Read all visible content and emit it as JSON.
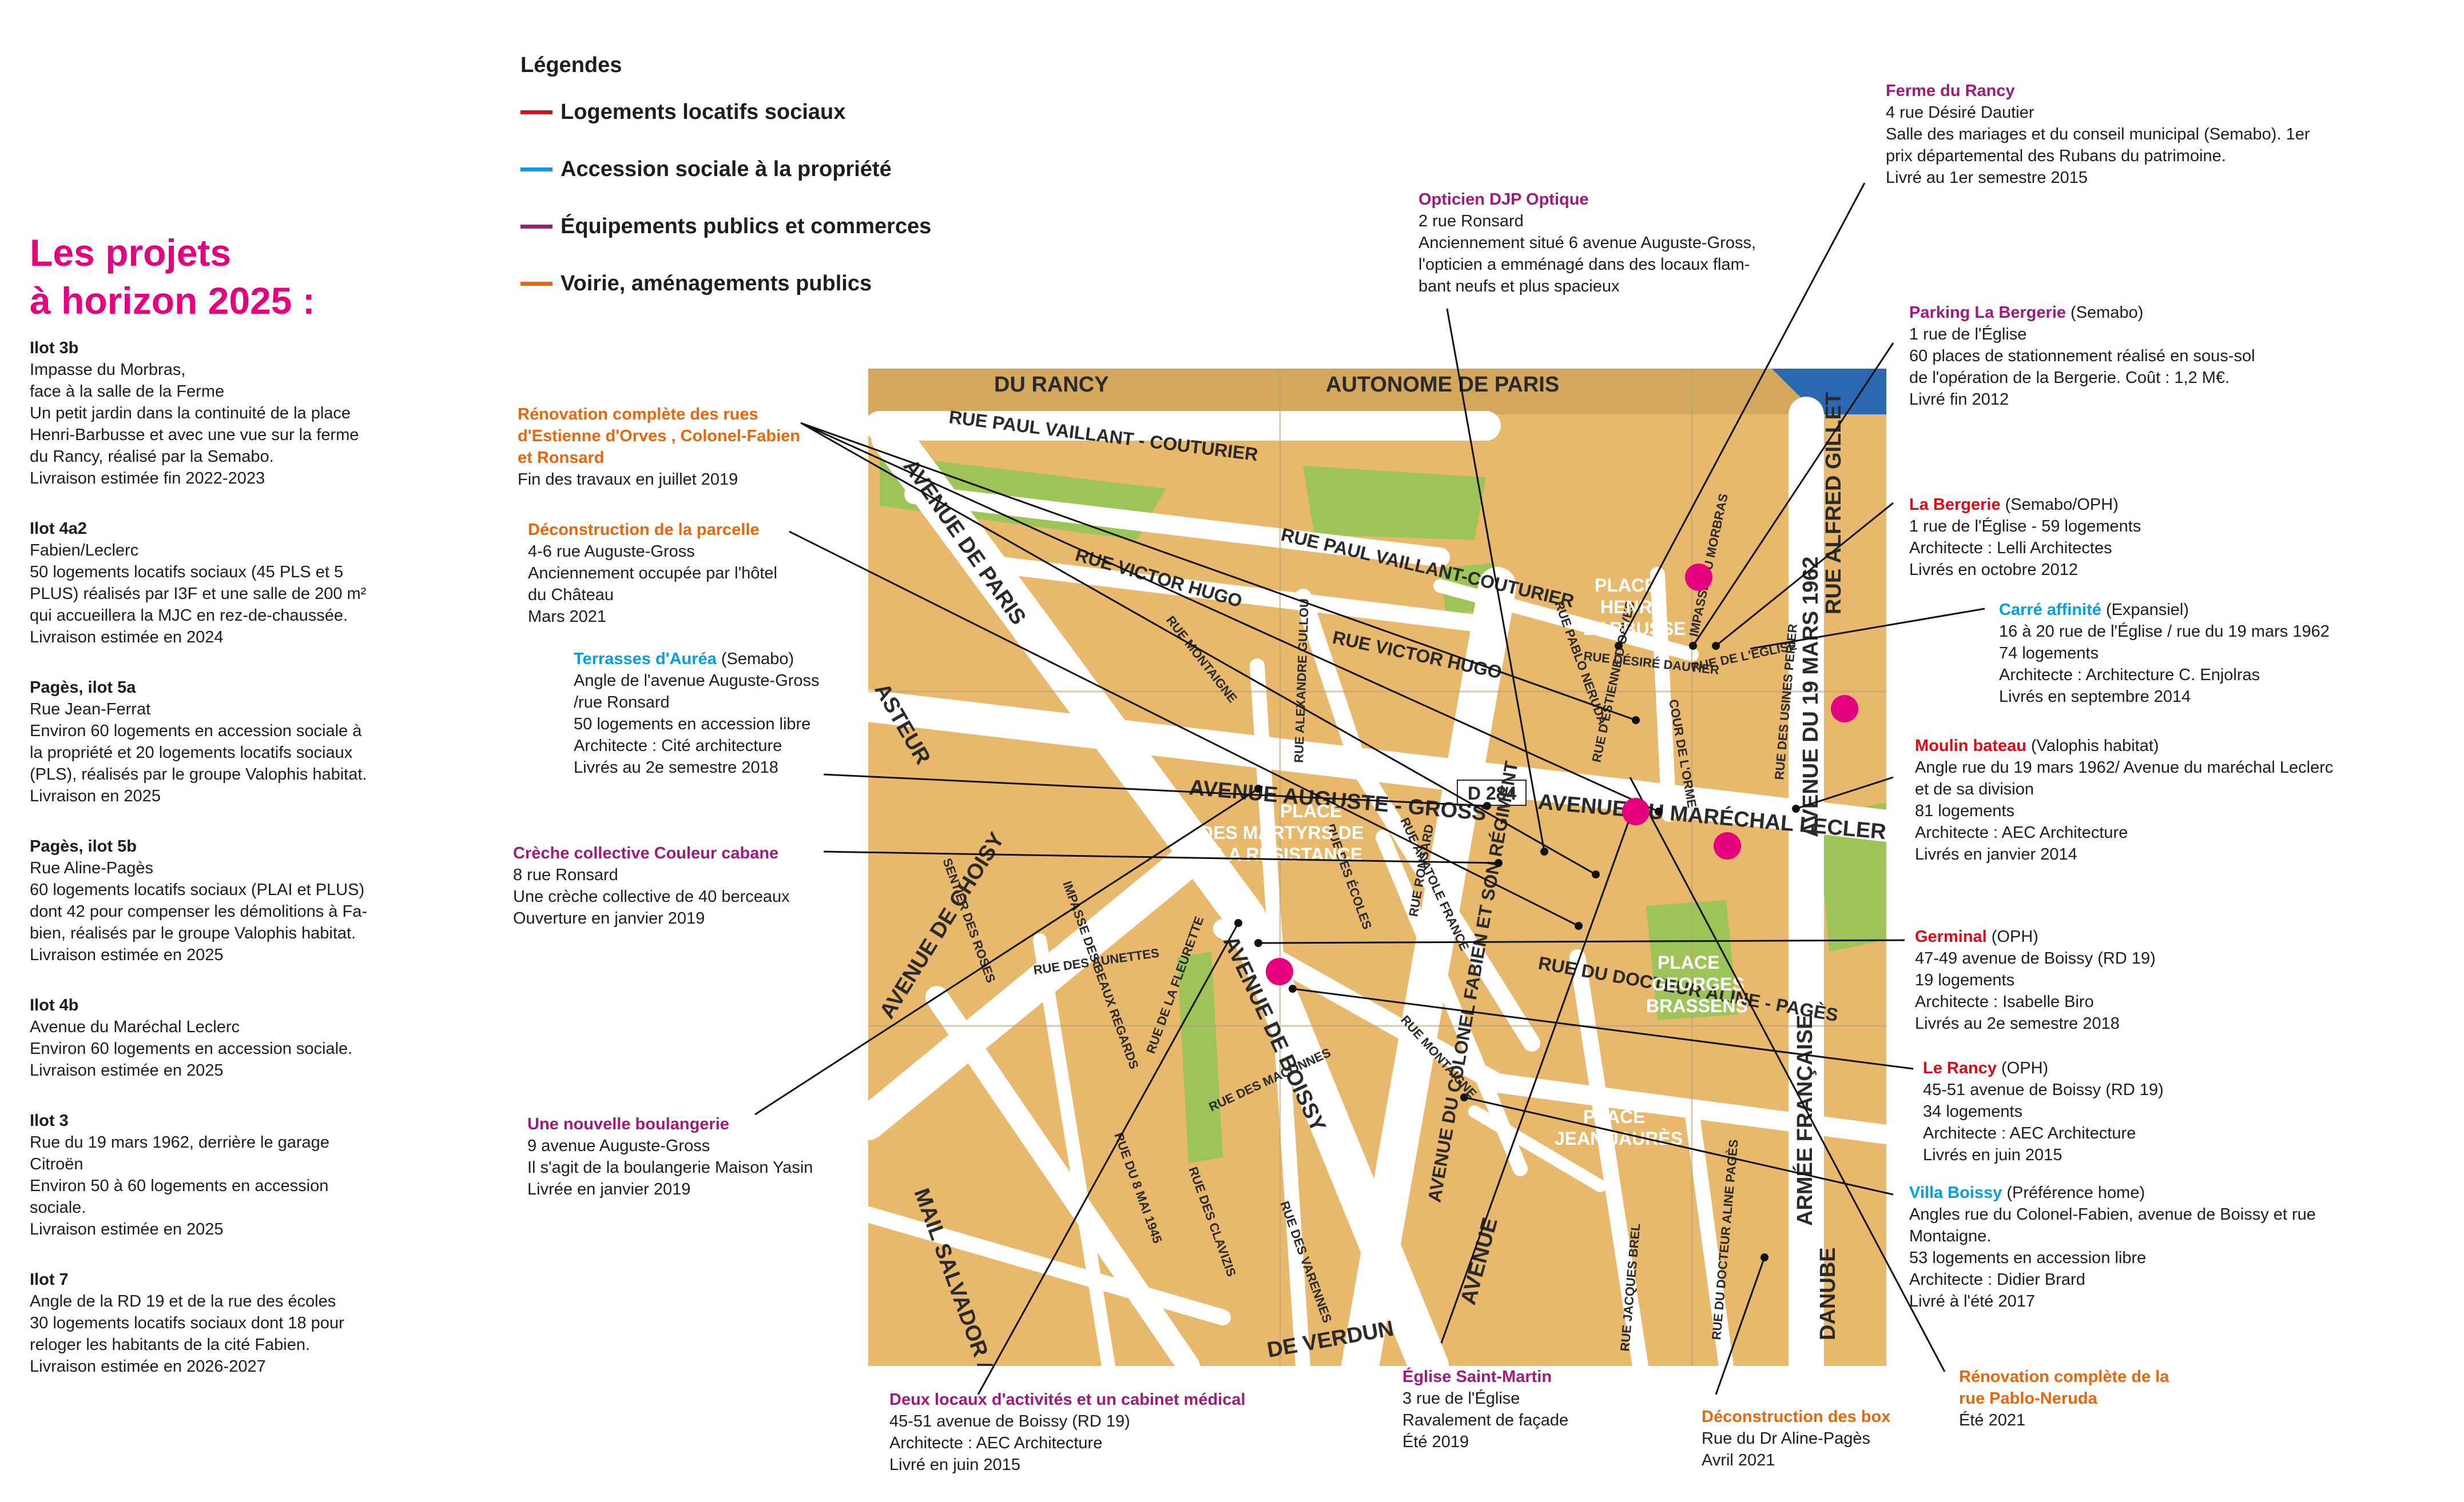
{
  "colors": {
    "social_rental": "#e30613",
    "social_access": "#009fe3",
    "public_equipment": "#a3187f",
    "roads": "#ec6608",
    "title": "#e5007e",
    "marker": "#e5007e",
    "map_block": "#e8b86c",
    "green": "#9cc456",
    "water": "#2b67b2"
  },
  "title": {
    "line1": "Les projets",
    "line2": "à horizon 2025 :"
  },
  "legend": {
    "title": "Légendes",
    "items": [
      {
        "label": "Logements locatifs sociaux",
        "color": "#e30613"
      },
      {
        "label": "Accession sociale à la propriété",
        "color": "#009fe3"
      },
      {
        "label": "Équipements publics et commerces",
        "color": "#a3187f"
      },
      {
        "label": "Voirie, aménagements publics",
        "color": "#ec6608"
      }
    ]
  },
  "left_projects": [
    {
      "heading": "Ilot 3b",
      "lines": [
        "Impasse du Morbras,",
        "face à la salle de la Ferme",
        "Un petit jardin dans la continuité de la place",
        "Henri-Barbusse et avec une vue sur la ferme",
        "du Rancy, réalisé par la Semabo.",
        "Livraison estimée fin 2022-2023"
      ]
    },
    {
      "heading": "Ilot 4a2",
      "lines": [
        "Fabien/Leclerc",
        "50 logements locatifs sociaux (45 PLS et 5",
        "PLUS) réalisés par I3F et une salle de 200 m²",
        "qui accueillera la MJC en rez-de-chaussée.",
        "Livraison estimée en 2024"
      ]
    },
    {
      "heading": "Pagès, ilot 5a",
      "lines": [
        "Rue Jean-Ferrat",
        "Environ 60 logements en accession sociale à",
        "la propriété et 20 logements locatifs sociaux",
        "(PLS), réalisés par le groupe Valophis habitat.",
        "Livraison en 2025"
      ]
    },
    {
      "heading": "Pagès, ilot 5b",
      "lines": [
        "Rue Aline-Pagès",
        "60 logements locatifs sociaux (PLAI et PLUS)",
        "dont 42 pour compenser les démolitions à Fa-",
        "bien, réalisés par le groupe Valophis habitat.",
        "Livraison estimée en 2025"
      ]
    },
    {
      "heading": "Ilot 4b",
      "lines": [
        "Avenue du Maréchal Leclerc",
        "Environ 60 logements en accession sociale.",
        "Livraison estimée en 2025"
      ]
    },
    {
      "heading": "Ilot 3",
      "lines": [
        "Rue du 19 mars 1962, derrière le garage",
        "Citroën",
        "Environ 50 à 60 logements en accession",
        "sociale.",
        "Livraison estimée en 2025"
      ]
    },
    {
      "heading": "Ilot 7",
      "lines": [
        "Angle de la RD 19 et de la rue des écoles",
        "30 logements locatifs sociaux dont 18 pour",
        "reloger les habitants de la cité Fabien.",
        "Livraison estimée en 2026-2027"
      ]
    }
  ],
  "notes": {
    "renovation_rues": {
      "title_lines": [
        "Rénovation complète des rues",
        "d'Estienne d'Orves , Colonel-Fabien",
        "et Ronsard"
      ],
      "lines": [
        "Fin des travaux en juillet 2019"
      ],
      "color": "#ec6608"
    },
    "deconstruction_parcelle": {
      "title": "Déconstruction de la parcelle",
      "lines": [
        "4-6 rue Auguste-Gross",
        "Anciennement occupée par l'hôtel",
        "du Château",
        "Mars 2021"
      ],
      "color": "#ec6608"
    },
    "terrasses_aurea": {
      "title": "Terrasses d'Auréa",
      "suffix": " (Semabo)",
      "lines": [
        "Angle de l'avenue Auguste-Gross",
        "/rue Ronsard",
        "50 logements en accession libre",
        "Architecte : Cité architecture",
        "Livrés au 2e semestre 2018"
      ],
      "color": "#009fe3"
    },
    "creche": {
      "title": "Crèche collective Couleur cabane",
      "lines": [
        "8 rue Ronsard",
        "Une crèche collective de 40 berceaux",
        "Ouverture en janvier 2019"
      ],
      "color": "#a3187f"
    },
    "boulangerie": {
      "title": "Une nouvelle boulangerie",
      "lines": [
        "9 avenue Auguste-Gross",
        "Il s'agit de la boulangerie Maison Yasin",
        "Livrée en janvier 2019"
      ],
      "color": "#a3187f"
    },
    "locaux_medical": {
      "title": "Deux locaux d'activités et un cabinet médical",
      "lines": [
        "45-51 avenue de Boissy (RD 19)",
        "Architecte : AEC Architecture",
        "Livré en juin 2015"
      ],
      "color": "#a3187f"
    },
    "opticien": {
      "title": "Opticien DJP Optique",
      "lines": [
        "2 rue Ronsard",
        "Anciennement situé 6 avenue Auguste-Gross,",
        "l'opticien a emménagé dans des locaux flam-",
        "bant neufs et plus spacieux"
      ],
      "color": "#a3187f"
    },
    "ferme_rancy": {
      "title": "Ferme du Rancy",
      "lines": [
        "4 rue Désiré Dautier",
        "Salle des mariages et du conseil municipal (Semabo). 1er",
        "prix départemental des Rubans du patrimoine.",
        "Livré au 1er semestre 2015"
      ],
      "color": "#a3187f"
    },
    "parking_bergerie": {
      "title": "Parking La Bergerie",
      "suffix": " (Semabo)",
      "lines": [
        "1 rue de l'Église",
        "60 places de stationnement réalisé en sous-sol",
        "de l'opération de la Bergerie. Coût : 1,2 M€.",
        "Livré fin 2012"
      ],
      "color": "#a3187f"
    },
    "la_bergerie": {
      "title": "La Bergerie",
      "suffix": " (Semabo/OPH)",
      "lines": [
        "1 rue de l'Église - 59 logements",
        "Architecte : Lelli Architectes",
        "Livrés en octobre 2012"
      ],
      "color": "#e30613"
    },
    "carre_affinite": {
      "title": "Carré affinité",
      "suffix": " (Expansiel)",
      "lines": [
        "16 à 20 rue de l'Église / rue du 19 mars 1962",
        "74 logements",
        "Architecte : Architecture C. Enjolras",
        "Livrés en septembre 2014"
      ],
      "color": "#009fe3"
    },
    "moulin_bateau": {
      "title": "Moulin bateau",
      "suffix": " (Valophis habitat)",
      "lines": [
        "Angle rue du 19 mars 1962/ Avenue du maréchal Leclerc",
        "et de sa division",
        "81 logements",
        "Architecte : AEC Architecture",
        "Livrés en janvier 2014"
      ],
      "color": "#e30613"
    },
    "germinal": {
      "title": "Germinal",
      "suffix": " (OPH)",
      "lines": [
        "47-49 avenue de Boissy (RD 19)",
        "19 logements",
        "Architecte : Isabelle Biro",
        "Livrés au 2e semestre 2018"
      ],
      "color": "#e30613"
    },
    "le_rancy": {
      "title": "Le Rancy",
      "suffix": " (OPH)",
      "lines": [
        "45-51 avenue de Boissy (RD 19)",
        "34 logements",
        "Architecte : AEC Architecture",
        "Livrés en juin 2015"
      ],
      "color": "#e30613"
    },
    "villa_boissy": {
      "title": "Villa Boissy",
      "suffix": " (Préférence home)",
      "lines": [
        "Angles rue du Colonel-Fabien, avenue de Boissy et rue",
        "Montaigne.",
        "53 logements en accession libre",
        "Architecte : Didier Brard",
        "Livré à l'été 2017"
      ],
      "color": "#009fe3"
    },
    "eglise": {
      "title": "Église Saint-Martin",
      "lines": [
        "3 rue de l'Église",
        "Ravalement de façade",
        "Été 2019"
      ],
      "color": "#a3187f"
    },
    "deconstruction_box": {
      "title": "Déconstruction des box",
      "lines": [
        "Rue du Dr Aline-Pagès",
        "Avril 2021"
      ],
      "color": "#ec6608"
    },
    "renovation_neruda": {
      "title_lines": [
        "Rénovation complète de la",
        "rue Pablo-Neruda"
      ],
      "lines": [
        "Été 2021"
      ],
      "color": "#ec6608"
    }
  },
  "map": {
    "streets": {
      "du_rancy": "DU RANCY",
      "autonome": "AUTONOME DE PARIS",
      "paul_vaillant": "RUE PAUL VAILLANT - COUTURIER",
      "paul_vaillant_2": "RUE PAUL VAILLANT-COUTURIER",
      "victor_hugo": "RUE VICTOR HUGO",
      "victor_hugo_2": "RUE VICTOR HUGO",
      "avenue_de_paris": "AVENUE DE PARIS",
      "gullou": "RUE ALEXANDRE GULLOU",
      "montaigne": "RUE MONTAIGNE",
      "montaigne_2": "RUE MONTAIGNE",
      "auguste_gross": "AVENUE AUGUSTE - GROSS",
      "d284": "D 284",
      "marechal_leclerc": "AVENUE DU MARÉCHAL LECLERC",
      "choisy": "AVENUE DE CHOISY",
      "boissy": "AVENUE DE BOISSY",
      "colonel_fabien": "AVENUE DU COLONEL FABIEN ET SON RÉGIMENT",
      "anatole": "RUE ANATOLE FRANCE",
      "ronsard": "RUE RONSARD",
      "ecoles": "RUE DES ÉCOLES",
      "docteur": "RUE DU DOCTEUR ALINE - PAGÈS",
      "huit_mai": "RUE DU 8 MAI 1945",
      "aunettes": "RUE DES AUNETTES",
      "fleurette": "RUE DE LA FLEURETTE",
      "macons": "RUE DES MAÇONNES",
      "clavizis": "RUE DES CLAVIZIS",
      "varennes": "RUE DES VARENNES",
      "verdun": "DE VERDUN",
      "armee": "ARMÉE FRANÇAISE",
      "dix_neuf_mars": "AVENUE DU 19 MARS 1962",
      "alfred": "RUE ALFRED GILLET",
      "danube": "DANUBE",
      "salvador": "MAIL SALVADOR ALLENDE",
      "jacques_brel": "RUE JACQUES BREL",
      "docteur_2": "RUE DU DOCTEUR ALINE PAGÈS",
      "usines": "RUE DES USINES PERIER",
      "pablo": "RUE PABLO NERUDA",
      "estienne": "RUE D'ESTIENNE D'ORVES",
      "eglise": "RUE DE L'ÉGLISE",
      "desire": "RUE DÉSIRÉ DAUTIER",
      "impasse": "IMPASSE DU MORBRAS",
      "cour": "COUR DE L'ORME",
      "impasse_beaux": "IMPASSE DES BEAUX REGARDS",
      "sentier": "SENTIER DES ROSES",
      "avenue_short": "AVENUE",
      "asteur": "ASTEUR"
    },
    "places": {
      "henri_barbusse": [
        "PLACE",
        "HENRI",
        "BARBUSSE"
      ],
      "martyrs": [
        "PLACE",
        "DES MARTYRS DE",
        "LA RÉSISTANCE"
      ],
      "georges_brassens": [
        "PLACE",
        "GEORGES",
        "BRASSENS"
      ],
      "jean_jaures": [
        "PLACE",
        "JEAN JAURÈS"
      ]
    }
  }
}
